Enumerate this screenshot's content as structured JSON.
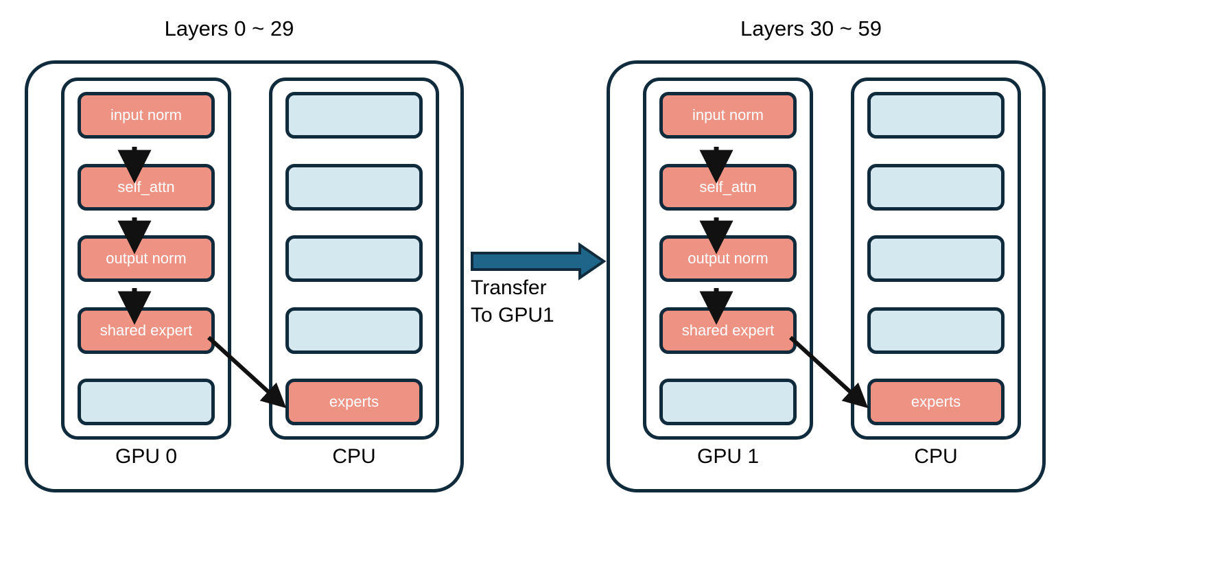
{
  "diagram": {
    "title": "MoE layer offloading across GPU 0 / GPU 1 with CPU experts",
    "colors": {
      "border": "#102B3C",
      "red_block": "#EE9384",
      "blue_block": "#D4E9EF",
      "transfer_arrow": "#1F6589",
      "background": "#FFFFFF",
      "text_on_block": "#FFFFFF",
      "text": "#000000"
    },
    "groups": [
      {
        "id": "group-left",
        "title": "Layers 0 ~ 29",
        "columns": [
          {
            "id": "gpu-0",
            "label": "GPU 0",
            "blocks": [
              {
                "label": "input norm",
                "style": "red"
              },
              {
                "label": "self_attn",
                "style": "red"
              },
              {
                "label": "output norm",
                "style": "red"
              },
              {
                "label": "shared expert",
                "style": "red"
              },
              {
                "label": "",
                "style": "blue"
              }
            ]
          },
          {
            "id": "cpu-left",
            "label": "CPU",
            "blocks": [
              {
                "label": "",
                "style": "blue"
              },
              {
                "label": "",
                "style": "blue"
              },
              {
                "label": "",
                "style": "blue"
              },
              {
                "label": "",
                "style": "blue"
              },
              {
                "label": "experts",
                "style": "red"
              }
            ]
          }
        ]
      },
      {
        "id": "group-right",
        "title": "Layers 30 ~ 59",
        "columns": [
          {
            "id": "gpu-1",
            "label": "GPU 1",
            "blocks": [
              {
                "label": "input norm",
                "style": "red"
              },
              {
                "label": "self_attn",
                "style": "red"
              },
              {
                "label": "output norm",
                "style": "red"
              },
              {
                "label": "shared expert",
                "style": "red"
              },
              {
                "label": "",
                "style": "blue"
              }
            ]
          },
          {
            "id": "cpu-right",
            "label": "CPU",
            "blocks": [
              {
                "label": "",
                "style": "blue"
              },
              {
                "label": "",
                "style": "blue"
              },
              {
                "label": "",
                "style": "blue"
              },
              {
                "label": "",
                "style": "blue"
              },
              {
                "label": "experts",
                "style": "red"
              }
            ]
          }
        ]
      }
    ],
    "transfer": {
      "label_line1": "Transfer",
      "label_line2": "To GPU1",
      "direction": "left-to-right"
    }
  }
}
